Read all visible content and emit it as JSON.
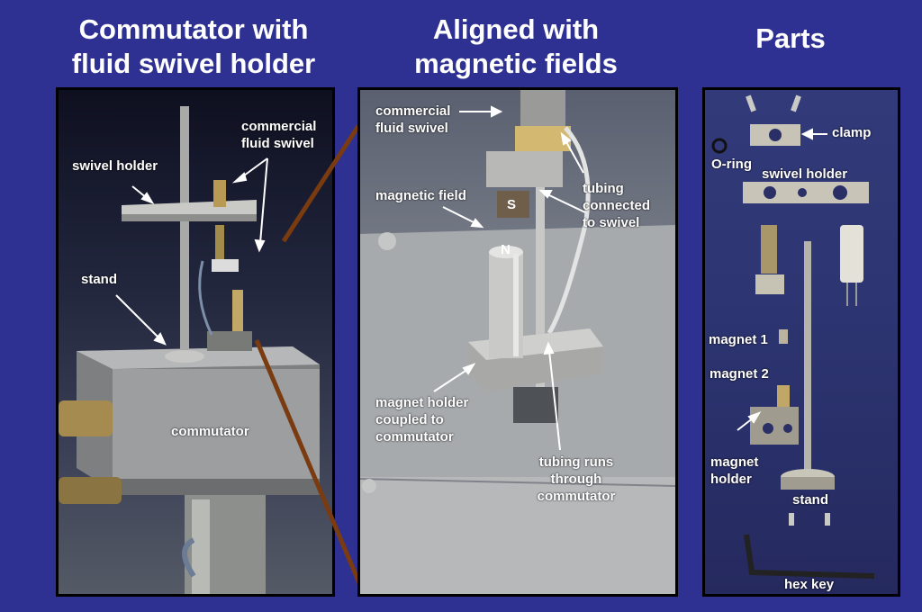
{
  "headings": {
    "left": "Commutator with\nfluid swivel holder",
    "middle": "Aligned with\nmagnetic fields",
    "right": "Parts"
  },
  "left_panel": {
    "commercial_swivel": "commercial\nfluid swivel",
    "swivel_holder": "swivel holder",
    "stand": "stand",
    "commutator": "commutator"
  },
  "middle_panel": {
    "commercial_swivel": "commercial\nfluid swivel",
    "magnetic_field": "magnetic field",
    "pole_s": "S",
    "pole_n": "N",
    "tubing_connected": "tubing\nconnected\nto swivel",
    "magnet_holder": "magnet holder\ncoupled to\ncommutator",
    "tubing_runs": "tubing runs\nthrough\ncommutator"
  },
  "right_panel": {
    "clamp": "clamp",
    "o_ring": "O-ring",
    "swivel_holder": "swivel holder",
    "magnet_1": "magnet 1",
    "magnet_2": "magnet 2",
    "magnet_holder": "magnet\nholder",
    "stand": "stand",
    "hex_key": "hex key"
  },
  "colors": {
    "background": "#2e3192",
    "connector_line": "#7a3b10"
  }
}
